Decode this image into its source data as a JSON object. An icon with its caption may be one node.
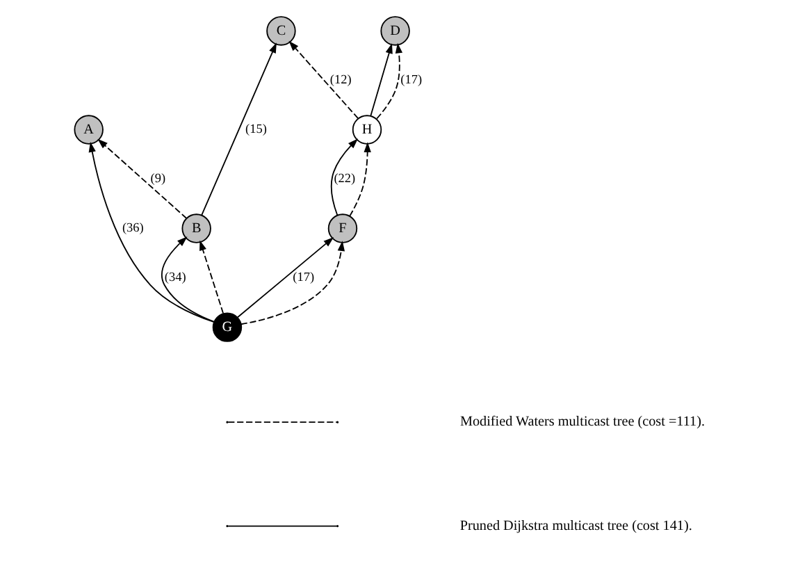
{
  "diagram": {
    "nodes": [
      {
        "text": [
          "A"
        ]
      },
      {
        "text": [
          "B"
        ]
      },
      {
        "text": [
          "C"
        ]
      },
      {
        "text": [
          "H"
        ]
      },
      {
        "text": [
          "D"
        ]
      },
      {
        "text": [
          "G"
        ]
      },
      {
        "text": [
          "F"
        ]
      }
    ],
    "edges": [
      {
        "from": 1,
        "to": 0,
        "arrow": "to",
        "style": "dashed",
        "label": "(9)"
      },
      {
        "from": 1,
        "to": 2,
        "arrow": "to",
        "label": "(15)"
      },
      {
        "from": 5,
        "to": 0,
        "arrow": "to",
        "label": "(36)"
      },
      {
        "from": 5,
        "to": 1,
        "arrow": "to",
        "label": "(34)"
      },
      {
        "from": 5,
        "to": 1,
        "arrow": "to",
        "style": "dashed"
      },
      {
        "from": 3,
        "to": 2,
        "arrow": "to",
        "style": "dashed",
        "label": "(12)"
      },
      {
        "from": 3,
        "to": 4,
        "arrow": "to"
      },
      {
        "from": 3,
        "to": 4,
        "arrow": "to",
        "style": "dashed",
        "label": "(17)"
      },
      {
        "from": 6,
        "to": 3,
        "arrow": "to",
        "label": "(22)"
      },
      {
        "from": 6,
        "to": 3,
        "arrow": "to",
        "style": "dashed"
      },
      {
        "from": 5,
        "to": 6,
        "arrow": "to",
        "label": "(17)"
      },
      {
        "from": 5,
        "to": 6,
        "arrow": "to",
        "style": "dashed"
      }
    ],
    "legend": [
      {
        "text": "Modified Waters multicast tree (cost =111)."
      },
      {
        "text": "Pruned Dijkstra multicast tree (cost 141)."
      }
    ]
  }
}
